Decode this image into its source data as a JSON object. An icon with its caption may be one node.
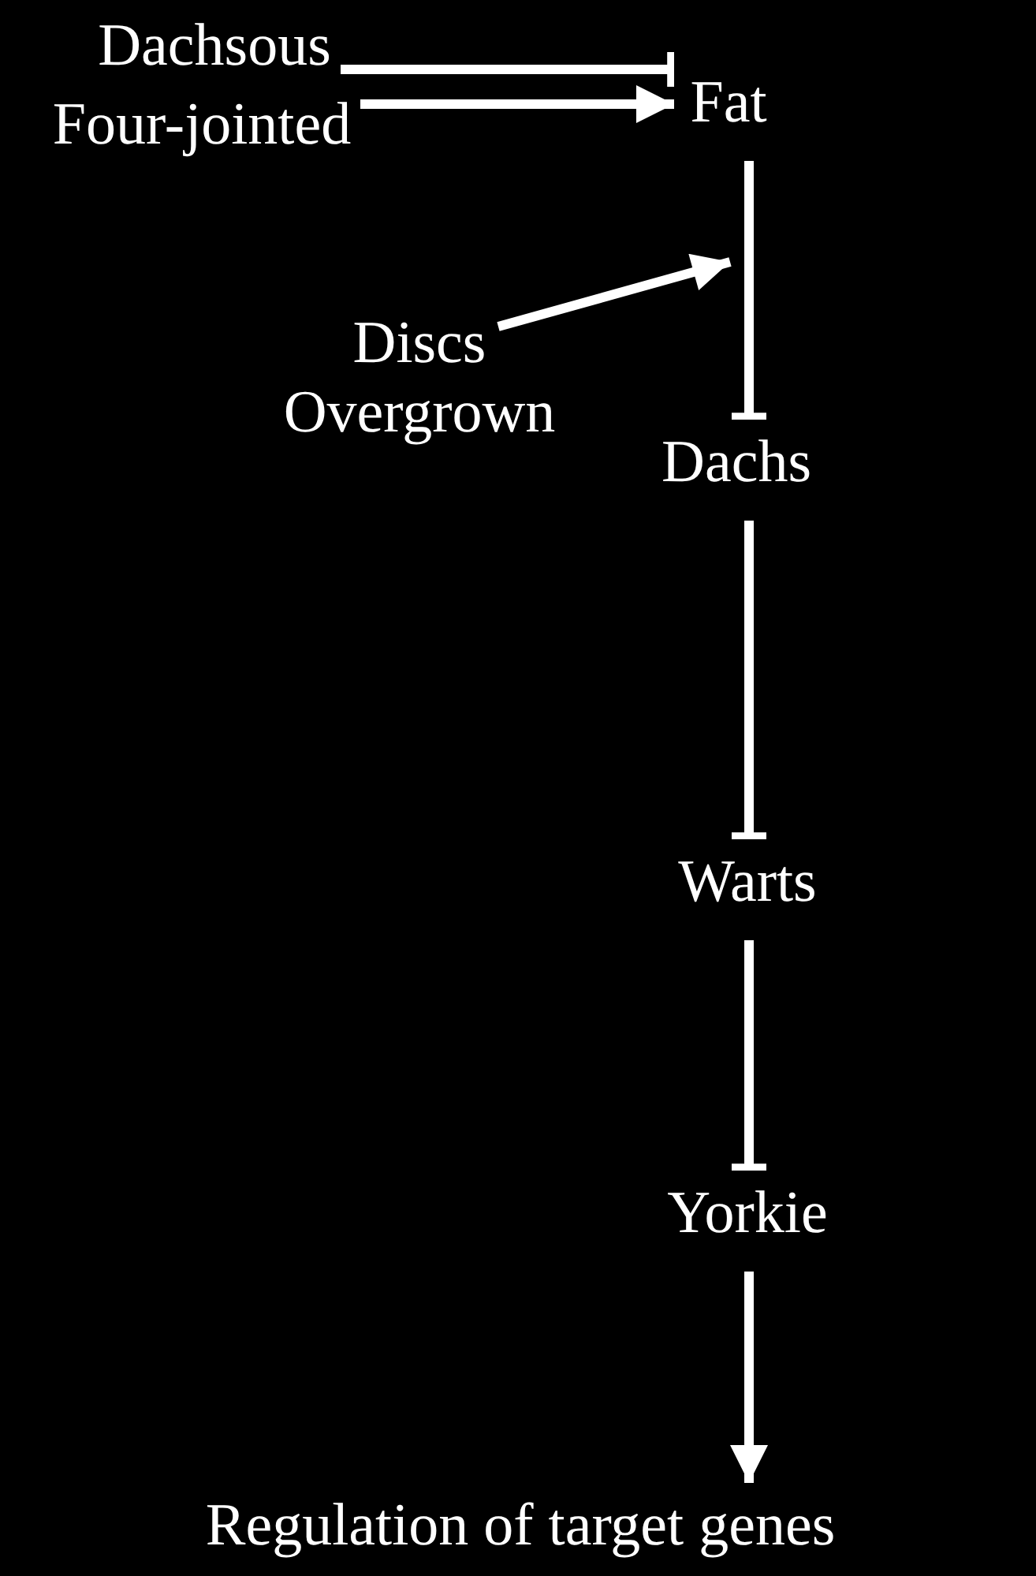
{
  "diagram": {
    "nodes": [
      {
        "text": [
          "Dachsous"
        ]
      },
      {
        "text": [
          "Four-jointed"
        ]
      },
      {
        "text": [
          "Fat"
        ]
      },
      {
        "text": [
          "Discs Overgrown"
        ]
      },
      {
        "text": [
          "Dachs"
        ]
      },
      {
        "text": [
          "Warts"
        ]
      },
      {
        "text": [
          "Yorkie"
        ]
      },
      {
        "text": [
          "Regulation of target genes"
        ]
      }
    ],
    "edges": [
      {
        "from": 0,
        "to": 2,
        "arrow": "other"
      },
      {
        "from": 1,
        "to": 2,
        "arrow": "to"
      },
      {
        "from": 2,
        "to": 4,
        "arrow": "other"
      },
      {
        "from": 3,
        "to": null,
        "arrow": "to"
      },
      {
        "from": 4,
        "to": 5,
        "arrow": "other"
      },
      {
        "from": 5,
        "to": 6,
        "arrow": "other"
      },
      {
        "from": 6,
        "to": 7,
        "arrow": "to"
      }
    ]
  }
}
